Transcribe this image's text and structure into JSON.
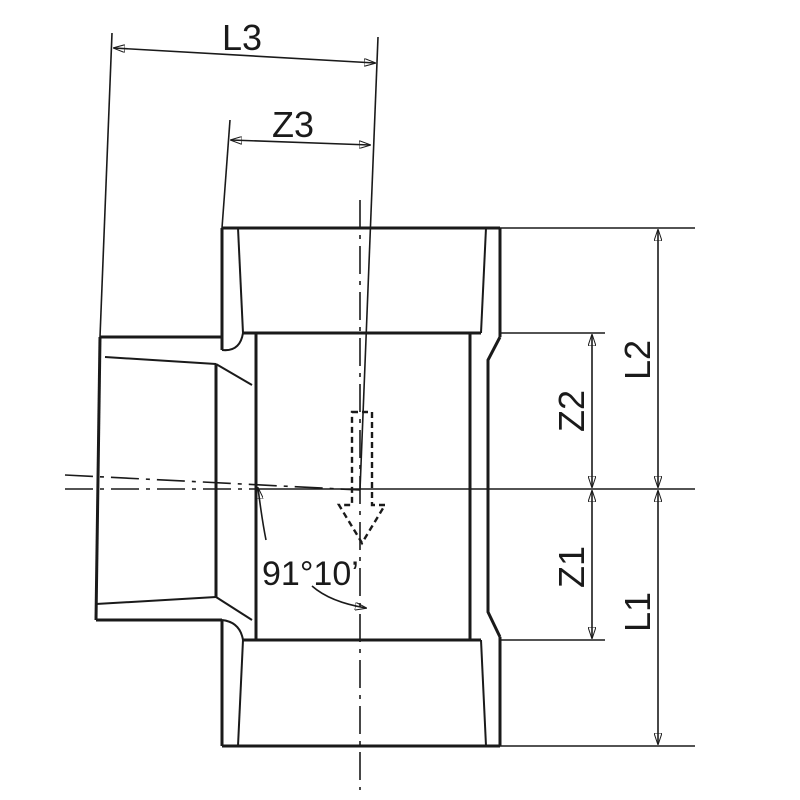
{
  "labels": {
    "L1": "L1",
    "L2": "L2",
    "L3": "L3",
    "Z1": "Z1",
    "Z2": "Z2",
    "Z3": "Z3",
    "angle": "91°10’"
  }
}
